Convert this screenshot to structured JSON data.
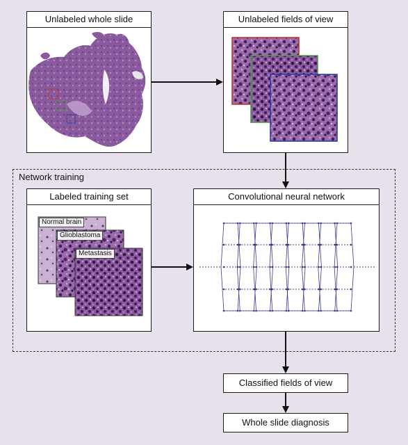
{
  "nodes": {
    "whole_slide": "Unlabeled whole slide",
    "fields_of_view": "Unlabeled fields of view",
    "network_training": "Network training",
    "training_set": "Labeled training set",
    "cnn": "Convolutional neural network",
    "classified": "Classified fields of view",
    "diagnosis": "Whole slide diagnosis"
  },
  "training_labels": [
    "Normal brain",
    "Glioblastoma",
    "Metastasis"
  ],
  "colors": {
    "background": "#e6e1eb",
    "tissue": "#8a5a9e",
    "fov_red": "#c0392b",
    "fov_green": "#4a9a4a",
    "fov_blue": "#2c3e9c",
    "network": "#3a3a8c"
  },
  "network": {
    "layer_count": 8,
    "input_output": "dense"
  }
}
